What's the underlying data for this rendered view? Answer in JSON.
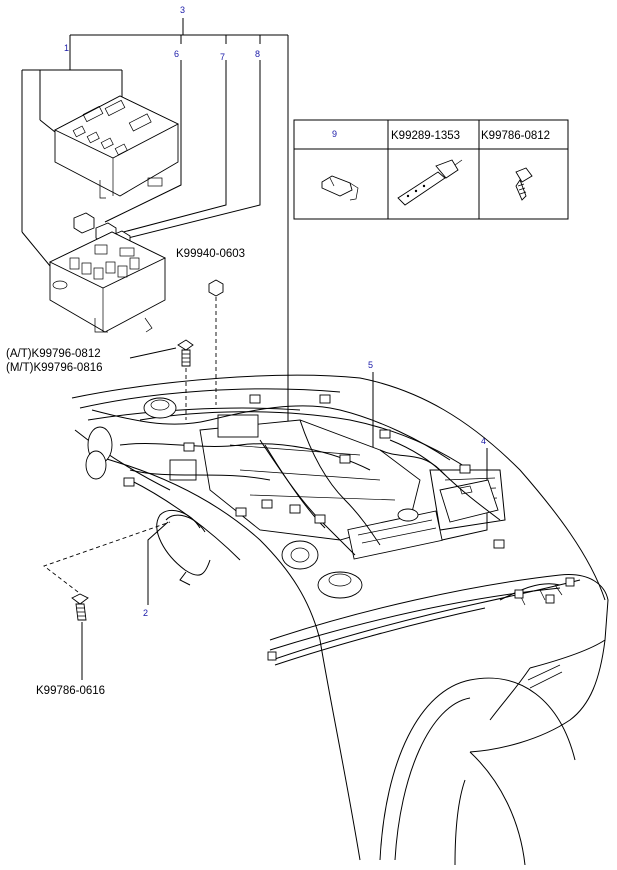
{
  "callouts": {
    "c1": "1",
    "c2": "2",
    "c3": "3",
    "c4": "4",
    "c5": "5",
    "c6": "6",
    "c7": "7",
    "c8": "8",
    "c9": "9"
  },
  "parts": {
    "nut": "K99940-0603",
    "bolt_at": "(A/T)K99796-0812",
    "bolt_mt": "(M/T)K99796-0816",
    "bolt_bottom": "K99786-0616"
  },
  "table": {
    "col1": "9",
    "col2": "K99289-1353",
    "col3": "K99786-0812"
  },
  "colors": {
    "callout": "#1a1aa8",
    "line": "#000000",
    "background": "#ffffff"
  }
}
